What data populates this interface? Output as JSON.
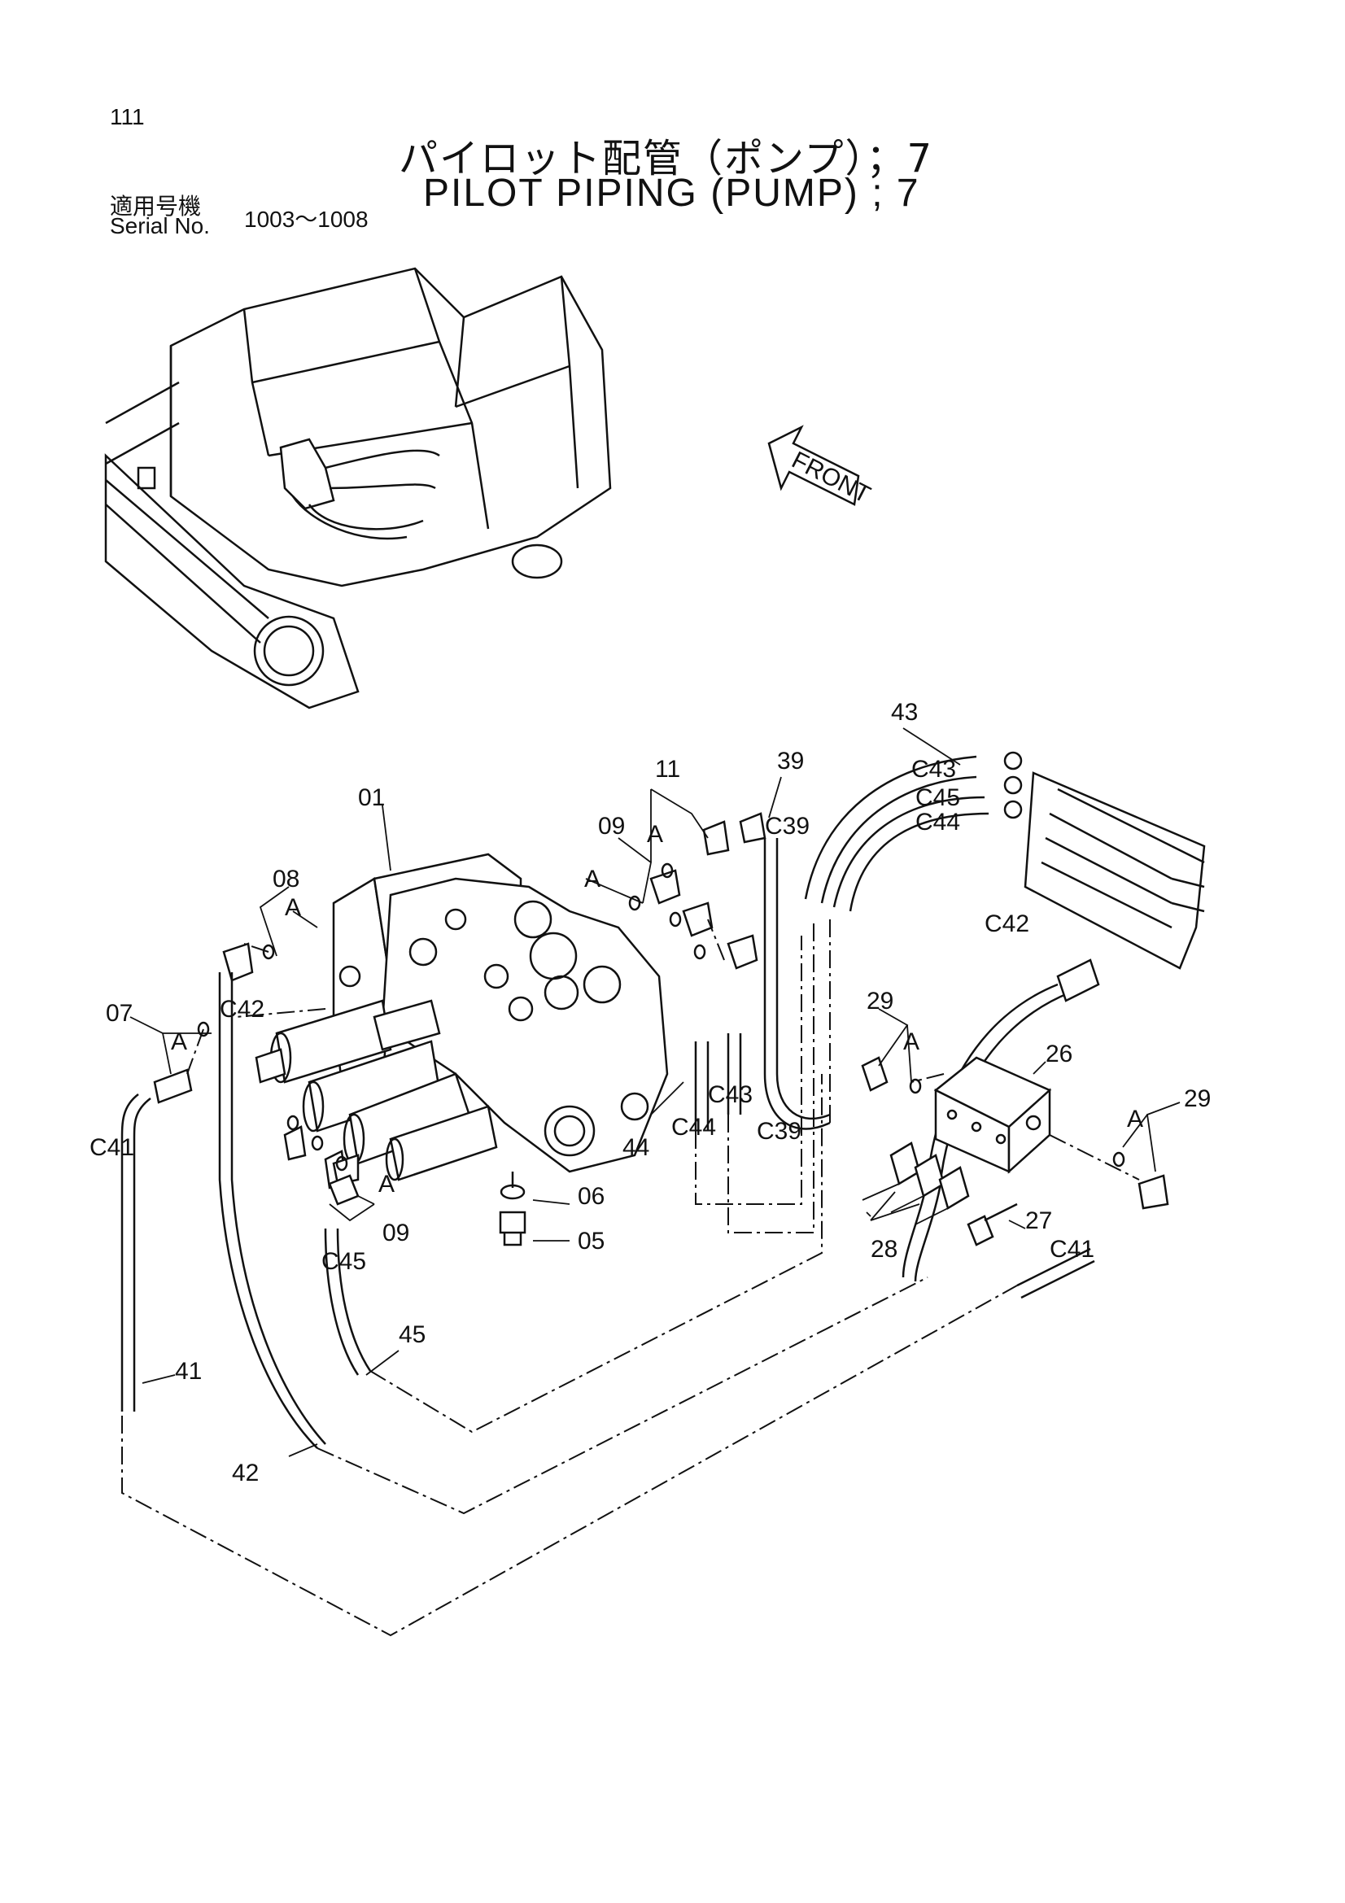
{
  "header": {
    "page_number": "111",
    "title_jp": "パイロット配管（ポンプ）；7",
    "title_en": "PILOT PIPING (PUMP) ; 7",
    "serial_label_jp": "適用号機",
    "serial_label_en": "Serial No.",
    "serial_range": "1003～1008"
  },
  "callouts": {
    "front": "FRONT",
    "c01": "01",
    "c05": "05",
    "c06": "06",
    "c07": "07",
    "c08": "08",
    "c09a": "09",
    "c09b": "09",
    "c11": "11",
    "c26": "26",
    "c27": "27",
    "c28": "28",
    "c29a": "29",
    "c29b": "29",
    "c39": "39",
    "c41": "41",
    "c42": "42",
    "c43": "43",
    "c44": "44",
    "c45": "45",
    "a1": "A",
    "a2": "A",
    "a3": "A",
    "a4": "A",
    "a5": "A",
    "a6": "A",
    "a7": "A",
    "k_c39a": "C39",
    "k_c39b": "C39",
    "k_c41a": "C41",
    "k_c41b": "C41",
    "k_c42a": "C42",
    "k_c42b": "C42",
    "k_c43a": "C43",
    "k_c43b": "C43",
    "k_c44a": "C44",
    "k_c44b": "C44",
    "k_c45a": "C45",
    "k_c45b": "C45"
  }
}
